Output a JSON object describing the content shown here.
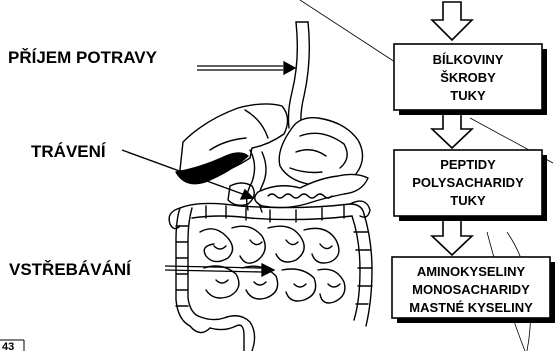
{
  "labels": {
    "intake": "PŘÍJEM POTRAVY",
    "digestion": "TRÁVENÍ",
    "absorption": "VSTŘEBÁVÁNÍ"
  },
  "boxes": [
    {
      "lines": [
        "BÍLKOVINY",
        "ŠKROBY",
        "TUKY"
      ]
    },
    {
      "lines": [
        "PEPTIDY",
        "POLYSACHARIDY",
        "TUKY"
      ]
    },
    {
      "lines": [
        "AMINOKYSELINY",
        "MONOSACHARIDY",
        "MASTNÉ KYSELINY"
      ]
    }
  ],
  "page_number": "43",
  "colors": {
    "line": "#000000",
    "box_shadow": "#000000",
    "background": "#ffffff"
  }
}
